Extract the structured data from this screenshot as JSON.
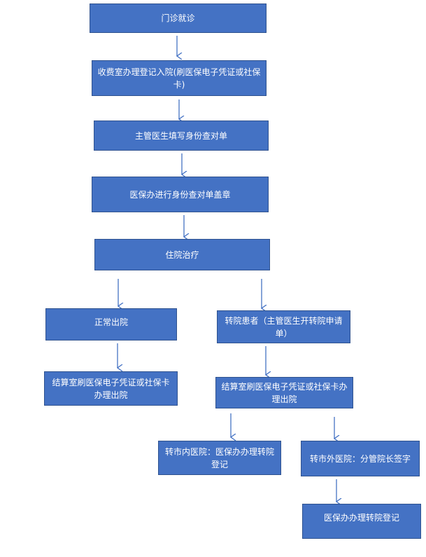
{
  "colors": {
    "box_fill": "#4472c4",
    "box_border": "#2f528f",
    "text": "#ffffff",
    "arrow": "#4472c4"
  },
  "nodes": {
    "outpatient": "门诊就诊",
    "register": "收费室办理登记入院(刷医保电子凭证或社保卡)",
    "fill_form": "主管医生填写身份查对单",
    "stamp": "医保办进行身份查对单盖章",
    "hospitalized": "住院治疗",
    "normal_discharge": "正常出院",
    "transfer_patient": "转院患者（主管医生开转院申请单）",
    "settle_normal": "结算室刷医保电子凭证或社保卡办理出院",
    "settle_transfer": "结算室刷医保电子凭证或社保卡办理出院",
    "transfer_in_city": "转市内医院：医保办办理转院登记",
    "transfer_out_city": "转市外医院：分管院长签字",
    "transfer_register": "医保办办理转院登记"
  }
}
